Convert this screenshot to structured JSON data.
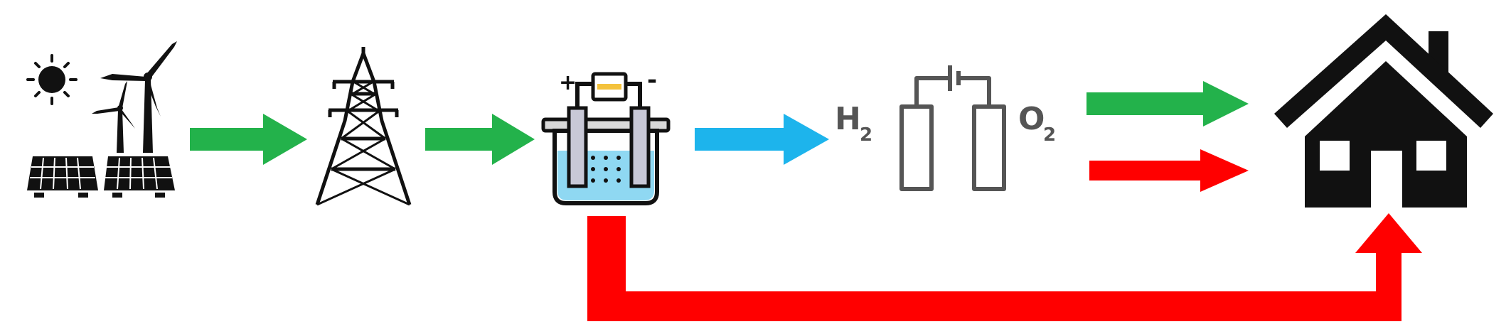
{
  "diagram": {
    "nodes": {
      "renewables": {
        "icon": "solar-wind-icon"
      },
      "grid": {
        "icon": "transmission-tower-icon"
      },
      "electrolyzer": {
        "icon": "electrolyzer-icon",
        "terminals": {
          "plus": "+",
          "minus": "-"
        }
      },
      "gas_storage": {
        "icon": "gas-cylinders-icon",
        "h2": {
          "symbol": "H",
          "subscript": "2"
        },
        "o2": {
          "symbol": "O",
          "subscript": "2"
        }
      },
      "home": {
        "icon": "house-icon"
      }
    },
    "colors": {
      "green": "#23b24b",
      "blue": "#1db4ec",
      "red": "#ff0000",
      "icon": "#111111",
      "cylinder": "#555555",
      "water": "#8fd8f2"
    }
  }
}
